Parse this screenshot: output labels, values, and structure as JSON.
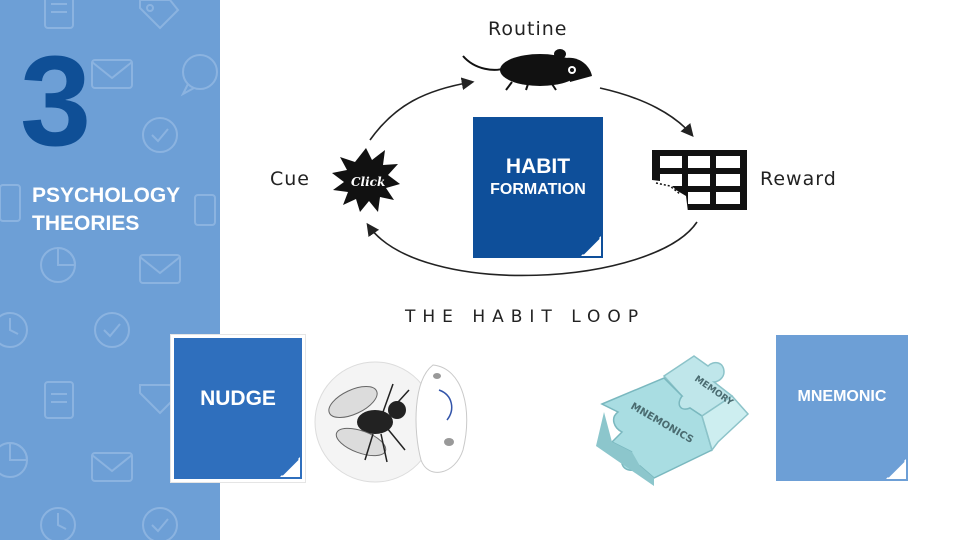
{
  "slide": {
    "number": "3",
    "section_title": "PSYCHOLOGY THEORIES"
  },
  "habit_loop": {
    "routine_label": "Routine",
    "cue_label": "Cue",
    "reward_label": "Reward",
    "click_text": "Click",
    "caption": "THE HABIT LOOP",
    "center_card": {
      "title": "HABIT",
      "subtitle": "FORMATION"
    }
  },
  "cards": {
    "nudge": "NUDGE",
    "mnemonic": "MNEMONIC"
  },
  "puzzle_words": {
    "piece_1": "MNEMONICS",
    "piece_2": "MEMORY"
  },
  "colors": {
    "sidebar_bg": "#6d9fd6",
    "number_color": "#0f4f96",
    "habit_card": "#0e4f9a",
    "nudge_card": "#2f6fbd",
    "mnemonic_card": "#6d9fd6",
    "puzzle_color": "#a9dde2"
  },
  "icons": [
    "document-icon",
    "envelope-icon",
    "tag-icon",
    "chat-bubble-icon",
    "pie-chart-icon",
    "check-circle-icon",
    "clock-icon",
    "tablet-icon",
    "mouse-icon",
    "chocolate-bar-icon",
    "starburst-icon",
    "fly-icon",
    "puzzle-icon"
  ]
}
